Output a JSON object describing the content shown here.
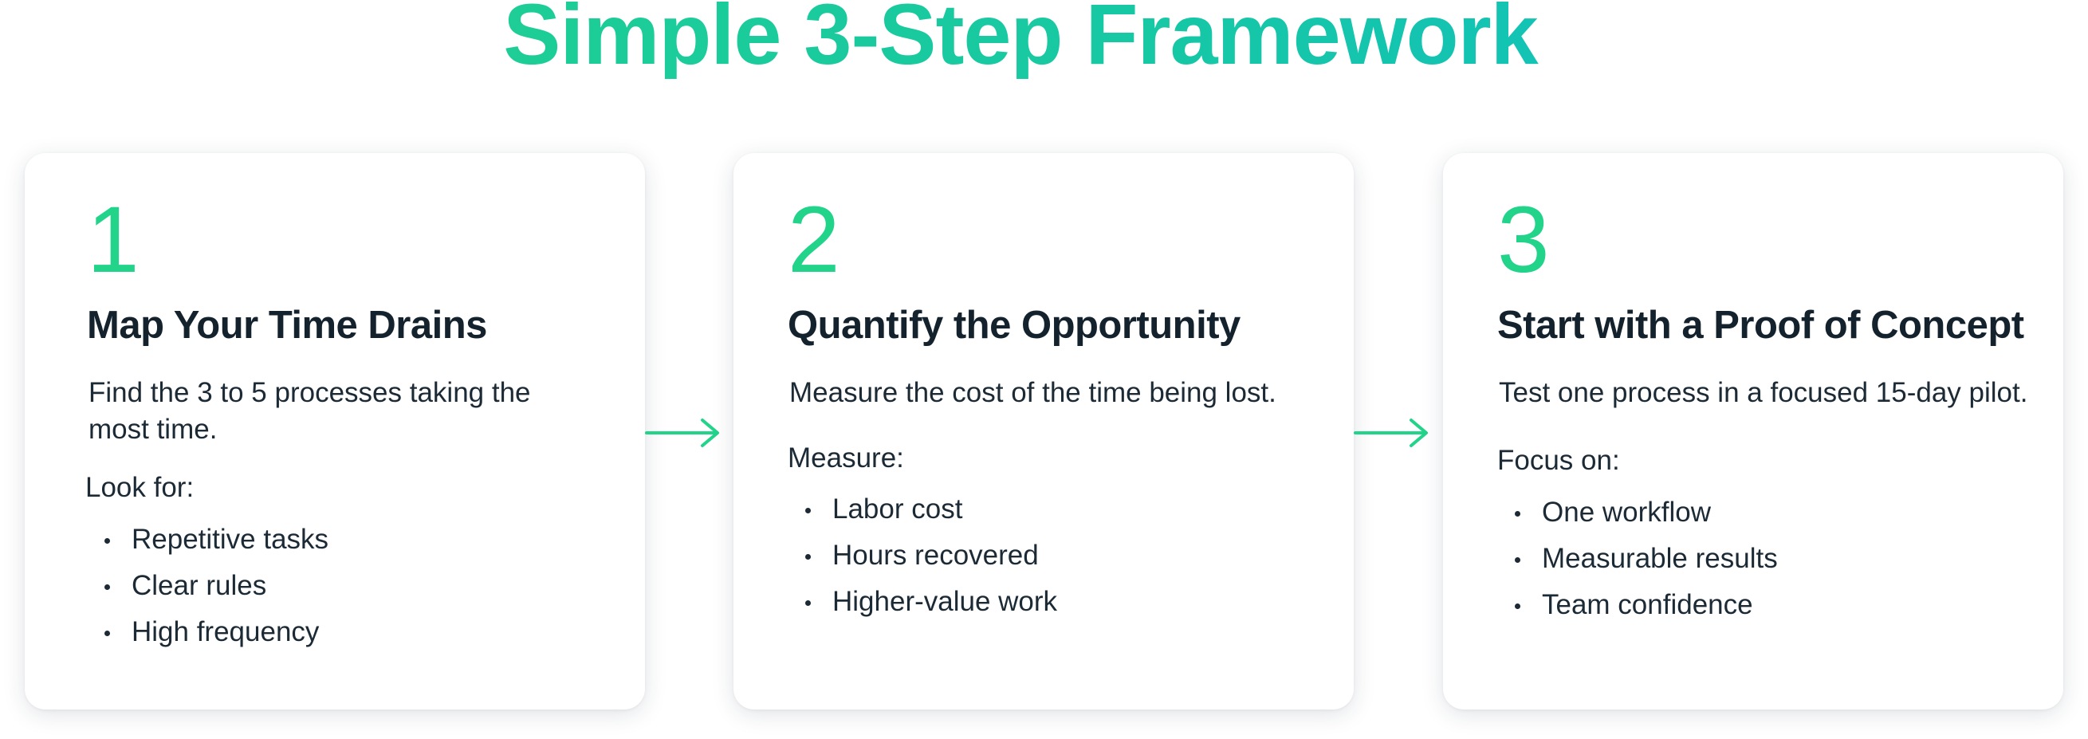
{
  "title": "Simple 3-Step Framework",
  "colors": {
    "accent": "#22d38a",
    "accent_end": "#0ebdc8",
    "text": "#14222e"
  },
  "steps": [
    {
      "number": "1",
      "title": "Map Your Time Drains",
      "description": "Find the 3 to 5 processes taking the most time.",
      "list_heading": "Look for:",
      "items": [
        "Repetitive tasks",
        "Clear rules",
        "High frequency"
      ]
    },
    {
      "number": "2",
      "title": "Quantify the Opportunity",
      "description": "Measure the cost of the time being lost.",
      "list_heading": "Measure:",
      "items": [
        "Labor cost",
        "Hours recovered",
        "Higher-value work"
      ]
    },
    {
      "number": "3",
      "title": "Start with a Proof of Concept",
      "description": "Test one process in a focused 15-day pilot.",
      "list_heading": "Focus on:",
      "items": [
        "One workflow",
        "Measurable results",
        "Team confidence"
      ]
    }
  ],
  "arrows": [
    {
      "icon": "arrow-right-icon"
    },
    {
      "icon": "arrow-right-icon"
    }
  ]
}
